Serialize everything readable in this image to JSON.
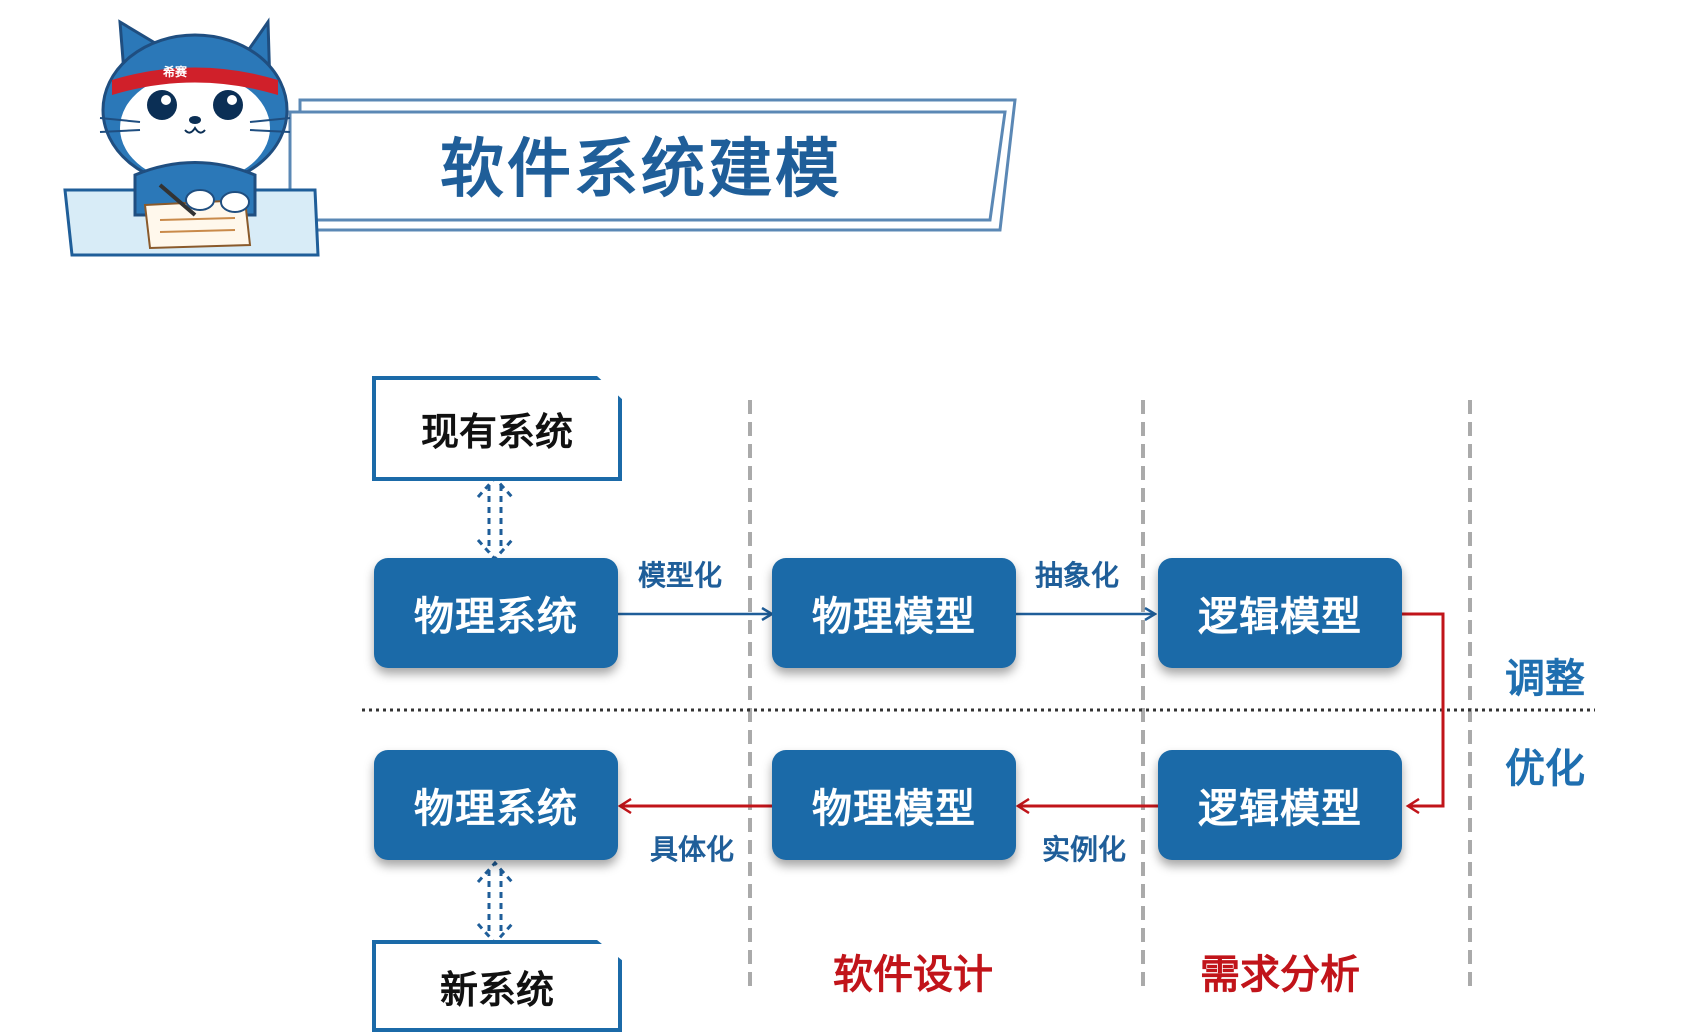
{
  "title": "软件系统建模",
  "mascot": {
    "headband_text": "希赛"
  },
  "top_box": "现有系统",
  "bottom_box": "新系统",
  "row1": {
    "left": "物理系统",
    "middle": "物理模型",
    "right": "逻辑模型"
  },
  "row2": {
    "left": "物理系统",
    "middle": "物理模型",
    "right": "逻辑模型"
  },
  "edges": {
    "modelize": "模型化",
    "abstract": "抽象化",
    "instantiate": "实例化",
    "concretize": "具体化"
  },
  "side": {
    "adjust": "调整",
    "optimize": "优化"
  },
  "columns": {
    "software_design": "软件设计",
    "requirements_analysis": "需求分析"
  },
  "colors": {
    "accent": "#1b6aa8",
    "red": "#c1141a",
    "title": "#1f5e99"
  }
}
